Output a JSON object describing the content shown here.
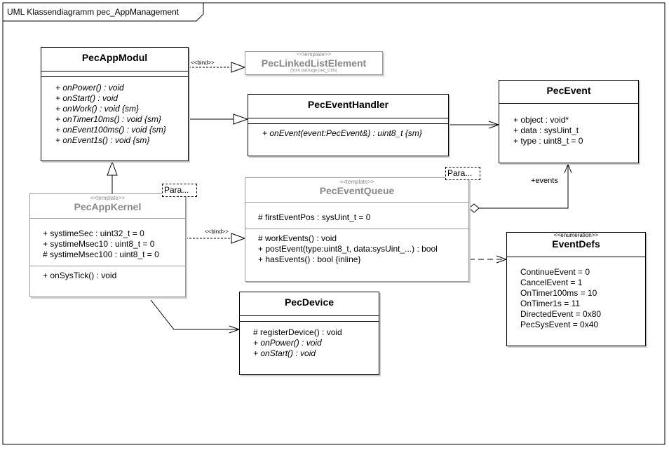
{
  "frame": {
    "title": "UML Klassendiagramm pec_AppManagement"
  },
  "classes": {
    "appModul": {
      "name": "PecAppModul",
      "methods": [
        "+ onPower() : void",
        "+ onStart() : void",
        "+ onWork() : void {sm}",
        "+ onTimer10ms() : void {sm}",
        "+ onEvent100ms() : void {sm}",
        "+ onEvent1s() : void {sm}"
      ]
    },
    "linkedList": {
      "stereotype": "<<template>>",
      "name": "PecLinkedListElement",
      "package": "(from package pec_Utils)"
    },
    "eventHandler": {
      "name": "PecEventHandler",
      "methods": [
        "+ onEvent(event:PecEvent&) : uint8_t {sm}"
      ]
    },
    "event": {
      "name": "PecEvent",
      "attributes": [
        "+ object : void*",
        "+ data : sysUint_t",
        "+ type : uint8_t = 0"
      ]
    },
    "appKernel": {
      "stereotype": "<<template>>",
      "name": "PecAppKernel",
      "param": "Para...",
      "attributes": [
        "+ systimeSec : uint32_t = 0",
        "+ systimeMsec10 : uint8_t = 0",
        "# systimeMsec100 : uint8_t = 0"
      ],
      "methods": [
        "+ onSysTick() : void"
      ]
    },
    "eventQueue": {
      "stereotype": "<<template>>",
      "name": "PecEventQueue",
      "param": "Para...",
      "attributes": [
        "# firstEventPos : sysUint_t = 0"
      ],
      "methods": [
        "# workEvents() : void",
        "+ postEvent(type:uint8_t, data:sysUint_...) : bool",
        "+ hasEvents() : bool {inline}"
      ]
    },
    "eventDefs": {
      "stereotype": "<<enumeration>>",
      "name": "EventDefs",
      "literals": [
        "ContinueEvent = 0",
        "CancelEvent = 1",
        "OnTimer100ms = 10",
        "OnTimer1s = 11",
        "DirectedEvent = 0x80",
        "PecSysEvent = 0x40"
      ]
    },
    "device": {
      "name": "PecDevice",
      "methods": [
        "# registerDevice() : void",
        "+ onPower() : void",
        "+ onStart() : void"
      ]
    }
  },
  "relations": {
    "bind1": "<<bind>>",
    "bind2": "<<bind>>",
    "events": "+events"
  }
}
